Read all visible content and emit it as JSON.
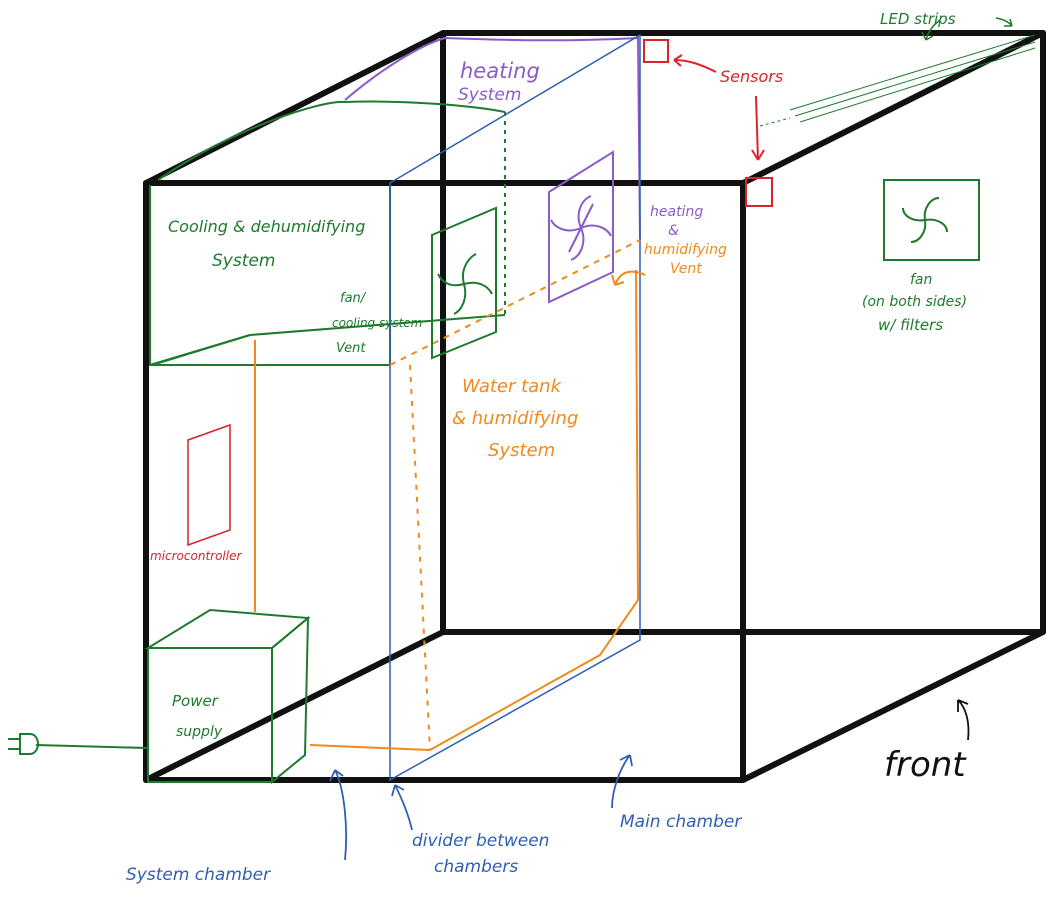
{
  "labels": {
    "led_strips": "LED strips",
    "heating_line1": "heating",
    "heating_line2": "System",
    "sensors": "Sensors",
    "cooling_line1": "Cooling & dehumidifying",
    "cooling_line2": "System",
    "fan_vent_line1": "fan/",
    "fan_vent_line2": "cooling system",
    "fan_vent_line3": "Vent",
    "heat_vent_line1": "heating",
    "heat_vent_line2": "&",
    "heat_vent_line3": "humidifying",
    "heat_vent_line4": "Vent",
    "fan_line1": "fan",
    "fan_line2": "(on both sides)",
    "fan_line3": "w/ filters",
    "water_line1": "Water tank",
    "water_line2": "& humidifying",
    "water_line3": "System",
    "microcontroller": "microcontroller",
    "power_line1": "Power",
    "power_line2": "supply",
    "front": "front",
    "main_chamber": "Main chamber",
    "divider_line1": "divider between",
    "divider_line2": "chambers",
    "system_chamber": "System chamber"
  },
  "colors": {
    "frame": "#111111",
    "cooling": "#1f7a2e",
    "heating": "#8a5cc8",
    "water": "#f08a1c",
    "sensor": "#d8242a",
    "divider": "#2f5fb3"
  },
  "icons": {
    "plug": "power-plug-icon",
    "fan": "fan-icon"
  }
}
